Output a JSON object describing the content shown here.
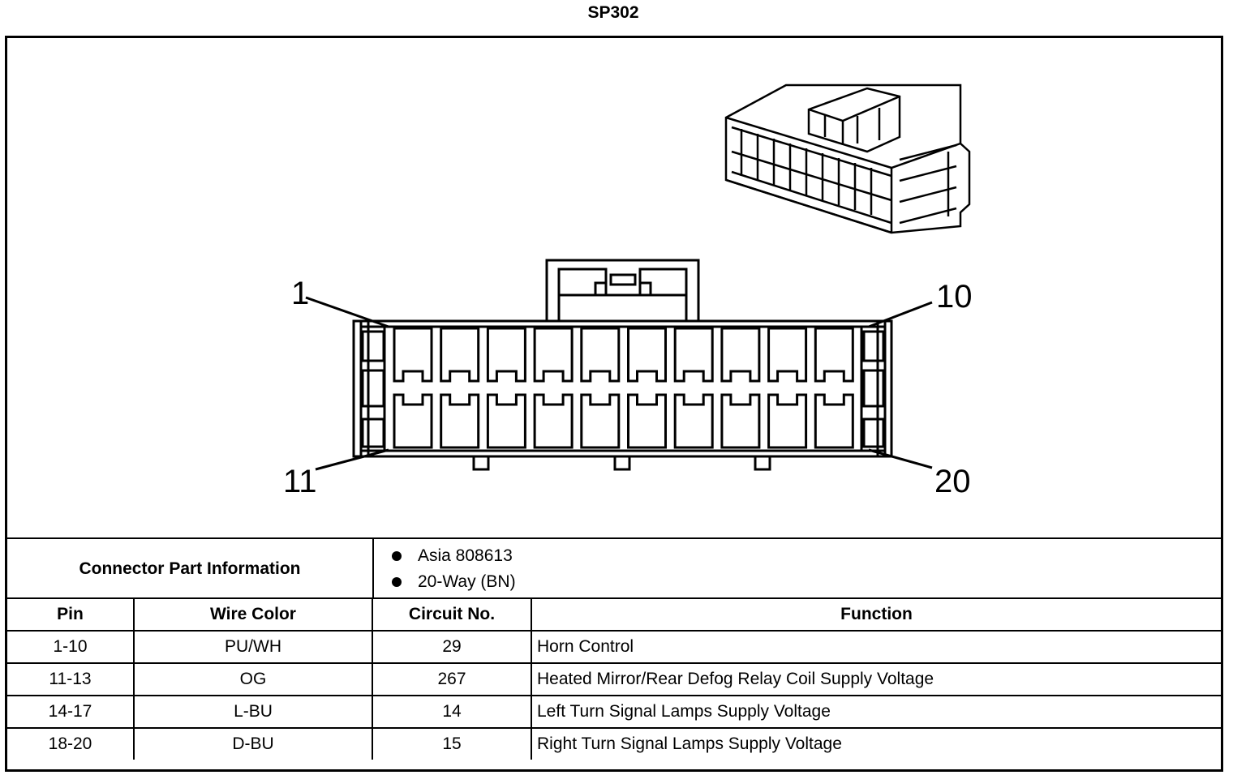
{
  "title": "SP302",
  "diagram": {
    "pin_labels": [
      "1",
      "10",
      "11",
      "20"
    ]
  },
  "connector_info": {
    "label": "Connector Part Information",
    "items": [
      "Asia 808613",
      "20-Way (BN)"
    ]
  },
  "table": {
    "headers": [
      "Pin",
      "Wire Color",
      "Circuit No.",
      "Function"
    ],
    "rows": [
      {
        "pin": "1-10",
        "wire_color": "PU/WH",
        "circuit": "29",
        "function": "Horn Control"
      },
      {
        "pin": "11-13",
        "wire_color": "OG",
        "circuit": "267",
        "function": "Heated Mirror/Rear Defog Relay Coil Supply Voltage"
      },
      {
        "pin": "14-17",
        "wire_color": "L-BU",
        "circuit": "14",
        "function": "Left Turn Signal Lamps Supply Voltage"
      },
      {
        "pin": "18-20",
        "wire_color": "D-BU",
        "circuit": "15",
        "function": "Right Turn Signal Lamps Supply Voltage"
      }
    ]
  }
}
